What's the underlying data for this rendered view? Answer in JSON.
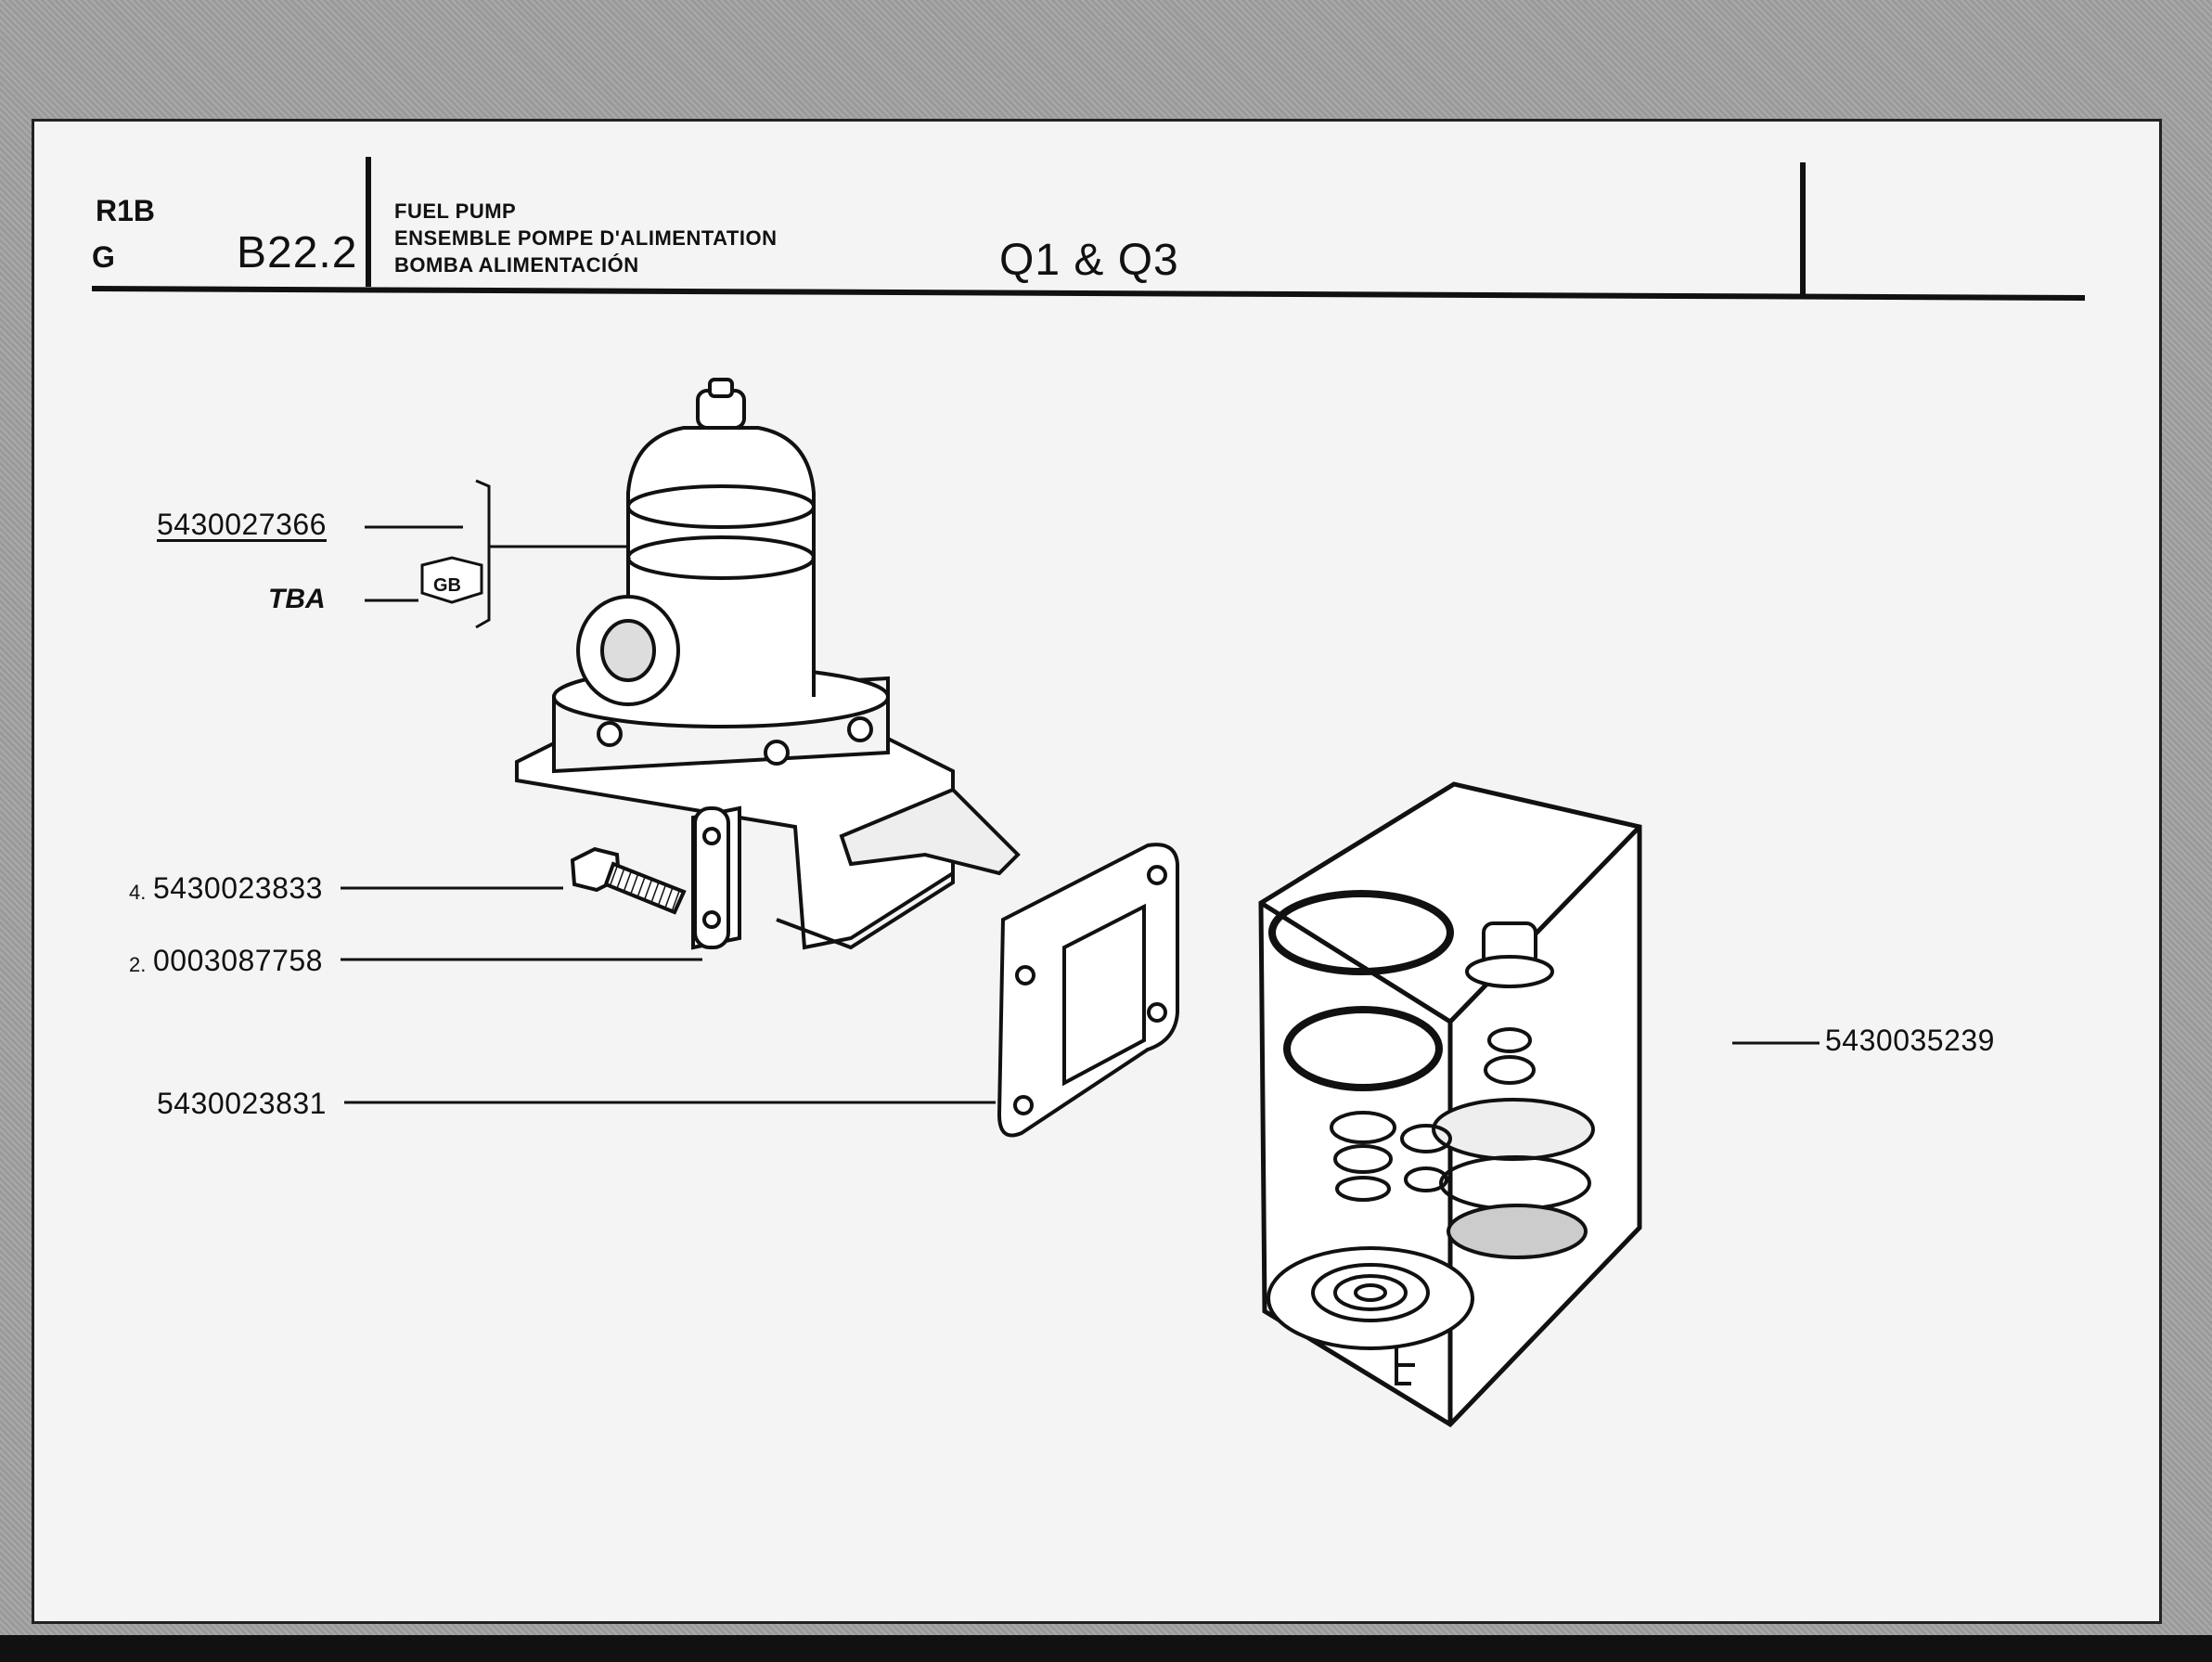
{
  "header": {
    "code_top": "R1B",
    "code_bottom": "G",
    "section": "B22.2",
    "title_lines": [
      "FUEL PUMP",
      "ENSEMBLE POMPE D'ALIMENTATION",
      "BOMBA ALIMENTACIÓN"
    ],
    "model": "Q1 & Q3"
  },
  "parts": [
    {
      "index": "",
      "number": "5430027366",
      "underlined": true
    },
    {
      "index": "",
      "number": "TBA",
      "badge": "GB"
    },
    {
      "index": "4.",
      "number": "5430023833"
    },
    {
      "index": "2.",
      "number": "0003087758"
    },
    {
      "index": "",
      "number": "5430023831"
    },
    {
      "index": "",
      "number": "5430035239"
    }
  ]
}
